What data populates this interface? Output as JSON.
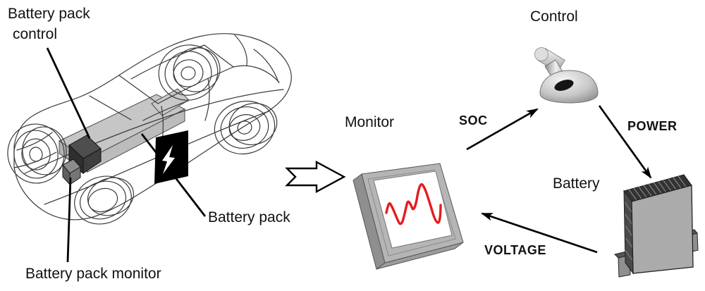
{
  "car": {
    "labels": {
      "control_line1": "Battery pack",
      "control_line2": "control",
      "pack": "Battery pack",
      "monitor": "Battery pack monitor"
    },
    "icons": {
      "panel": "lightning-bolt",
      "vehicle": "wireframe-car"
    }
  },
  "flow": {
    "nodes": [
      {
        "id": "monitor",
        "label": "Monitor",
        "icon": "oscilloscope-screen"
      },
      {
        "id": "control",
        "label": "Control",
        "icon": "joystick-lever"
      },
      {
        "id": "battery",
        "label": "Battery",
        "icon": "battery-cell-stack"
      }
    ],
    "edges": [
      {
        "from": "monitor",
        "to": "control",
        "label": "SOC"
      },
      {
        "from": "control",
        "to": "battery",
        "label": "POWER"
      },
      {
        "from": "battery",
        "to": "monitor",
        "label": "VOLTAGE"
      }
    ]
  },
  "colors": {
    "background": "#ffffff",
    "line": "#000000",
    "wireframe": "#3a3a3a",
    "pack_gray": "#c6c6c6",
    "control_box_gray": "#3d3d3d",
    "monitor_box_gray": "#7a7a7a",
    "panel_black": "#000000",
    "device_gray": "#b5b5b5",
    "waveform_red": "#e51c1e"
  }
}
